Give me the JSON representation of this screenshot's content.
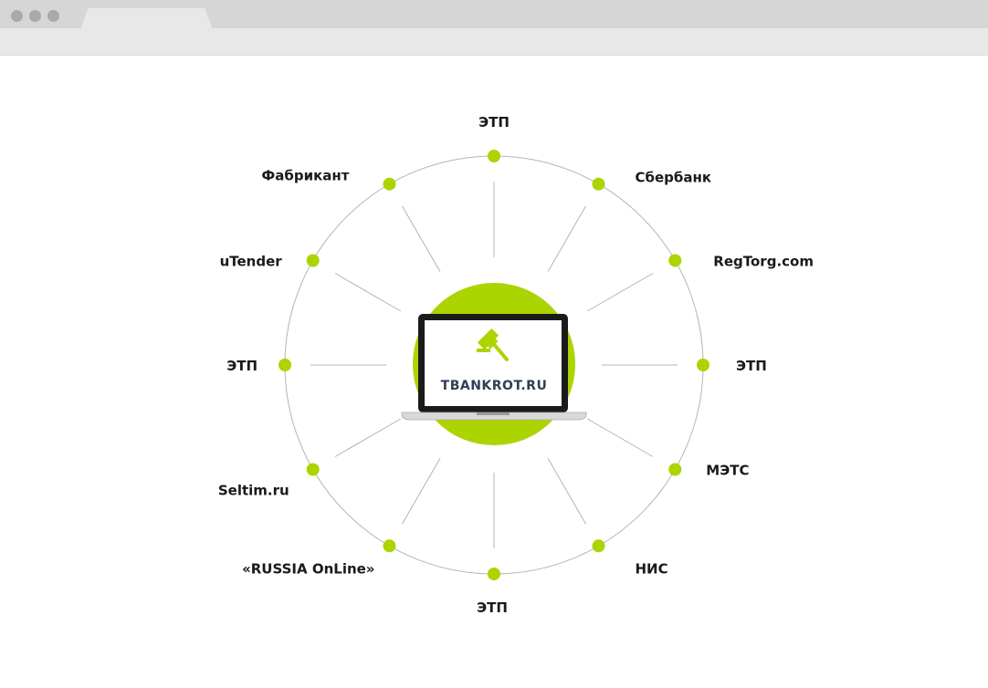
{
  "browser": {
    "window_controls": [
      "close",
      "minimize",
      "maximize"
    ]
  },
  "hub": {
    "brand": "TBANKROT.RU",
    "icon": "gavel-icon"
  },
  "nodes": [
    {
      "label": "ЭТП"
    },
    {
      "label": "Сбербанк"
    },
    {
      "label": "RegTorg.com"
    },
    {
      "label": "ЭТП"
    },
    {
      "label": "МЭТС"
    },
    {
      "label": "НИС"
    },
    {
      "label": "ЭТП"
    },
    {
      "label": "«RUSSIA OnLine»"
    },
    {
      "label": "Seltim.ru"
    },
    {
      "label": "ЭТП"
    },
    {
      "label": "uTender"
    },
    {
      "label": "Фабрикант"
    }
  ],
  "colors": {
    "accent": "#acd400",
    "line": "#b4b4b4",
    "text": "#1a1a1a",
    "brand_text": "#2e3f55",
    "browser_chrome": "#e8e8e8"
  }
}
